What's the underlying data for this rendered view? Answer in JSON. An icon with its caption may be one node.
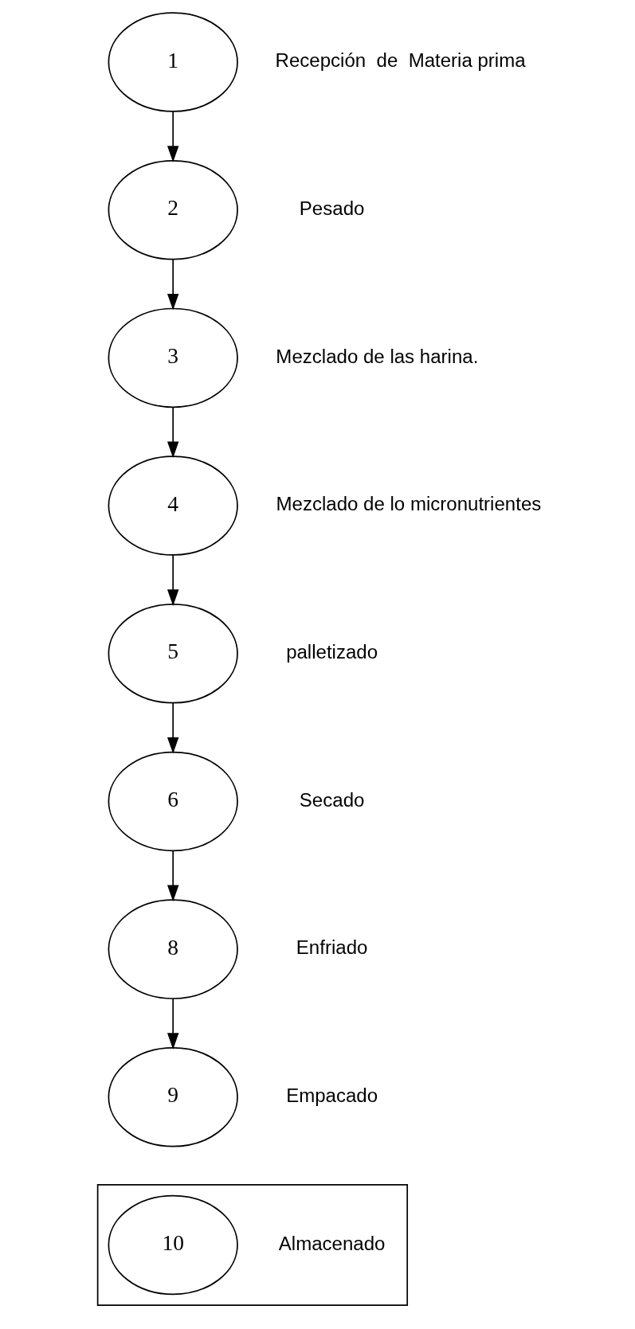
{
  "diagram": {
    "nodes": [
      {
        "text": [
          "1"
        ],
        "beside": [
          "Recepción  de  Materia prima"
        ]
      },
      {
        "text": [
          "2"
        ],
        "beside": [
          "Pesado"
        ]
      },
      {
        "text": [
          "3"
        ],
        "beside": [
          "Mezclado de las harina."
        ]
      },
      {
        "text": [
          "4"
        ],
        "beside": [
          "Mezclado de lo micronutrientes"
        ]
      },
      {
        "text": [
          "5"
        ],
        "beside": [
          "palletizado"
        ]
      },
      {
        "text": [
          "6"
        ],
        "beside": [
          "Secado"
        ]
      },
      {
        "text": [
          "8"
        ],
        "beside": [
          "Enfriado"
        ]
      },
      {
        "text": [
          "9"
        ],
        "beside": [
          "Empacado"
        ]
      },
      {
        "text": [],
        "shape": "triangle"
      },
      {
        "text": [
          "10"
        ],
        "in": 8,
        "beside": [
          "Almacenado"
        ]
      }
    ],
    "edges": [
      {
        "from": 0,
        "to": 1,
        "arrow": "to"
      },
      {
        "from": 1,
        "to": 2,
        "arrow": "to"
      },
      {
        "from": 2,
        "to": 3,
        "arrow": "to"
      },
      {
        "from": 3,
        "to": 4,
        "arrow": "to"
      },
      {
        "from": 4,
        "to": 5,
        "arrow": "to"
      },
      {
        "from": 5,
        "to": 6,
        "arrow": "to"
      },
      {
        "from": 6,
        "to": 7,
        "arrow": "to"
      }
    ]
  }
}
